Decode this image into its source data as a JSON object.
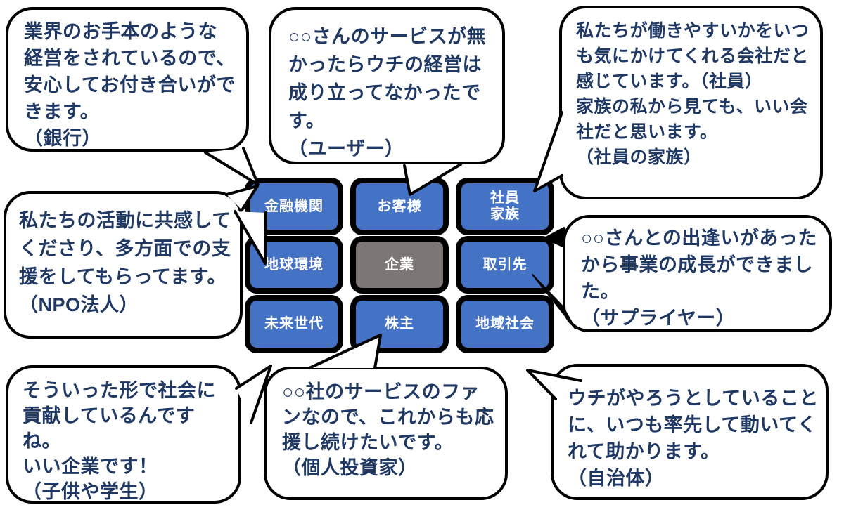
{
  "diagram_title": "stakeholder-map",
  "colors": {
    "background": "#ffffff",
    "box_fill_blue": "#4472C4",
    "box_fill_gray": "#7C7775",
    "box_border": "#000000",
    "box_text": "#ffffff",
    "bubble_fill": "#ffffff",
    "bubble_border": "#000000",
    "bubble_text": "#1F3864"
  },
  "grid": {
    "center": {
      "label": "企業"
    },
    "stakeholders": {
      "financial": {
        "label": "金融機関"
      },
      "customers": {
        "label": "お客様"
      },
      "employees_family": {
        "label": "社員\n家族"
      },
      "environment": {
        "label": "地球環境"
      },
      "partners": {
        "label": "取引先"
      },
      "future_generations": {
        "label": "未来世代"
      },
      "shareholders": {
        "label": "株主"
      },
      "community": {
        "label": "地域社会"
      }
    }
  },
  "bubbles": {
    "bank": {
      "text": "業界のお手本のような経営をされているので、安心してお付き合いができます。\n（銀行）",
      "speaker": "銀行",
      "points_to": "金融機関"
    },
    "user": {
      "text": "○○さんのサービスが無かったらウチの経営は成り立ってなかったです。\n（ユーザー）",
      "speaker": "ユーザー",
      "points_to": "お客様"
    },
    "employee": {
      "text": "私たちが働きやすいかをいつも気にかけてくれる会社だと感じています。（社員）\n家族の私から見ても、いい会社だと思います。\n（社員の家族）",
      "speaker": "社員・社員の家族",
      "points_to": "社員家族"
    },
    "npo": {
      "text": "私たちの活動に共感してくださり、多方面での支援をしてもらってます。（NPO法人）",
      "speaker": "NPO法人",
      "points_to": "地球環境"
    },
    "supplier": {
      "text": "○○さんとの出逢いがあったから事業の成長ができました。\n（サプライヤー）",
      "speaker": "サプライヤー",
      "points_to": "取引先"
    },
    "students": {
      "text": "そういった形で社会に貢献しているんですね。\nいい企業です！\n（子供や学生）",
      "speaker": "子供や学生",
      "points_to": "未来世代"
    },
    "investor": {
      "text": "○○社のサービスのファンなので、これからも応援し続けたいです。\n（個人投資家）",
      "speaker": "個人投資家",
      "points_to": "株主"
    },
    "government": {
      "text": "ウチがやろうとしていることに、いつも率先して動いてくれて助かります。\n（自治体）",
      "speaker": "自治体",
      "points_to": "地域社会"
    }
  }
}
